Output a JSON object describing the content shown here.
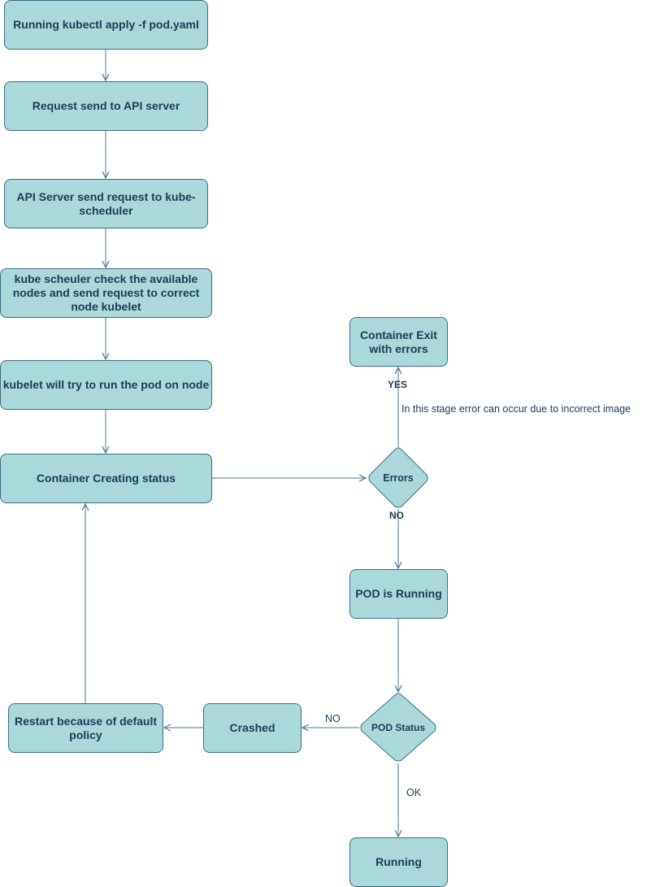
{
  "nodes": {
    "kubectl_apply": "Running kubectl apply -f pod.yaml",
    "request_api": "Request send to API server",
    "api_to_scheduler": "API Server send request to kube-scheduler",
    "scheduler_check": "kube scheuler check the available nodes and send request to correct node kubelet",
    "kubelet_run": "kubelet will try to run the pod on node",
    "container_creating": "Container Creating status",
    "container_exit": "Container Exit with errors",
    "pod_running": "POD is Running",
    "crashed": "Crashed",
    "restart": "Restart because of default policy",
    "running": "Running"
  },
  "decisions": {
    "errors": "Errors",
    "pod_status": "POD Status"
  },
  "edge_labels": {
    "yes": "YES",
    "errors_note": "In this stage error can occur due to incorrect image",
    "no_errors": "NO",
    "no_status": "NO",
    "ok": "OK"
  },
  "colors": {
    "node_fill": "#a9dad9",
    "node_border": "#3b6d84",
    "text": "#1c3a57",
    "edge": "#4a7a92"
  }
}
